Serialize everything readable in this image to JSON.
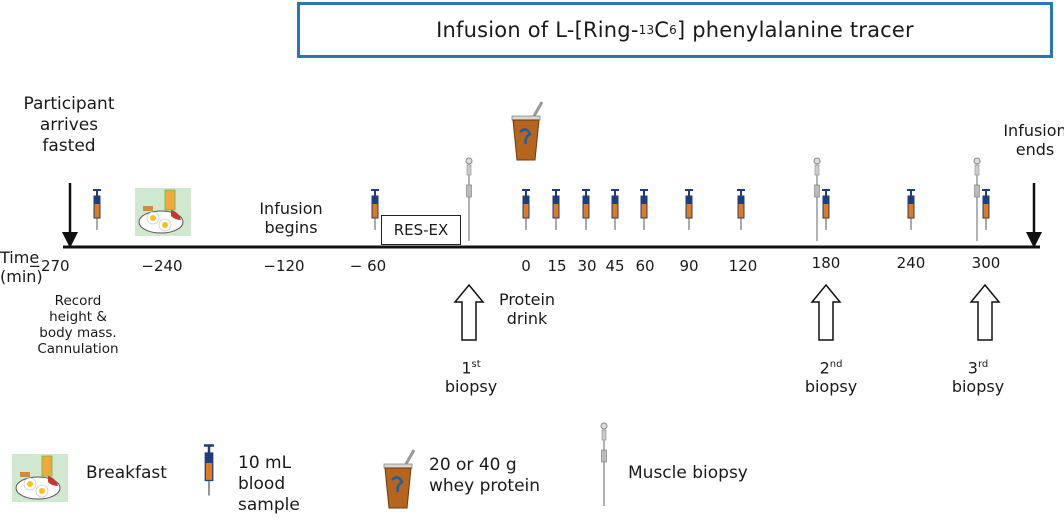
{
  "tracer_box": {
    "prefix": "Infusion of L-[Ring-",
    "sup": "13",
    "mid": "C",
    "sub": "6",
    "suffix": "] phenylalanine tracer"
  },
  "labels": {
    "participant": [
      "Participant",
      "arrives",
      "fasted"
    ],
    "infusion_ends": [
      "Infusion",
      "ends"
    ],
    "infusion_begins": [
      "Infusion",
      "begins"
    ],
    "time": [
      "Time",
      "(min)"
    ],
    "record": [
      "Record",
      "height &",
      "body mass.",
      "Cannulation"
    ],
    "resex": "RES-EX",
    "protein_drink": [
      "Protein",
      "drink"
    ],
    "biopsy1": {
      "num": "1",
      "sup": "st",
      "word": "biopsy"
    },
    "biopsy2": {
      "num": "2",
      "sup": "nd",
      "word": "biopsy"
    },
    "biopsy3": {
      "num": "3",
      "sup": "rd",
      "word": "biopsy"
    }
  },
  "ticks": [
    "−270",
    "−240",
    "−120",
    "− 60",
    "0",
    "15",
    "30",
    "45",
    "60",
    "90",
    "120",
    "180",
    "240",
    "300"
  ],
  "legend": {
    "breakfast": "Breakfast",
    "blood": [
      "10 mL",
      "blood",
      "sample"
    ],
    "whey": [
      "20 or 40 g",
      "whey protein"
    ],
    "biopsy": "Muscle biopsy"
  },
  "colors": {
    "box_border": "#2a74b8",
    "syringe_barrel": "#e07a1f",
    "syringe_plunger": "#1f3d78",
    "cup": "#b5651d"
  }
}
